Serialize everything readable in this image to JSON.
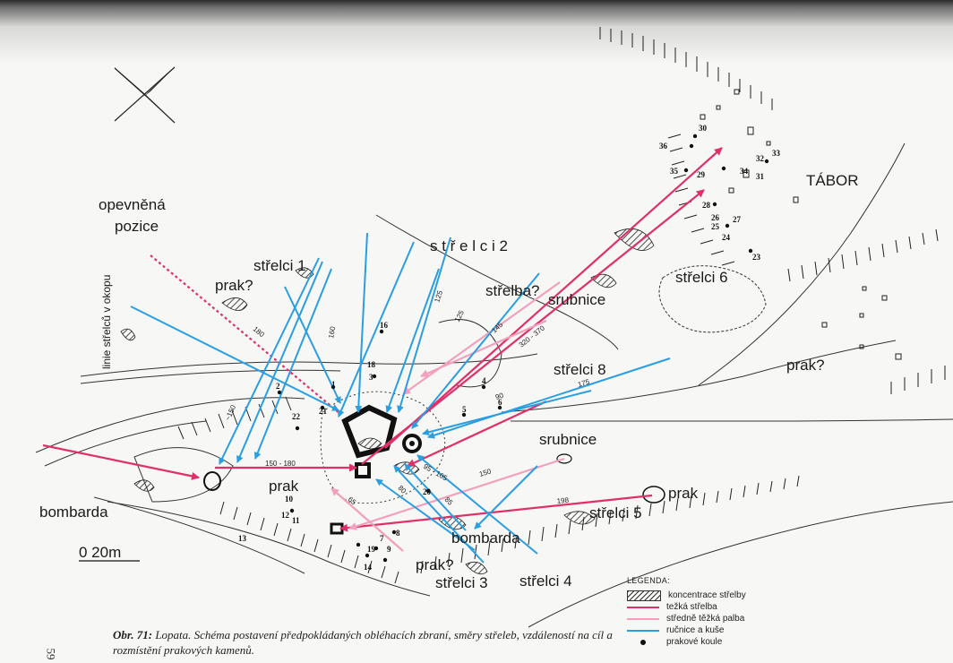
{
  "colors": {
    "heavy": "#e0306a",
    "medium": "#f2a0bd",
    "light": "#2a9ee0",
    "ink": "#1a1a1a"
  },
  "labels": {
    "opevnena": "opevněná",
    "pozice": "pozice",
    "strelci1": "střelci 1",
    "strelci2": "s t ř e l c i  2",
    "strelba": "střelba?",
    "srubnice1": "srubnice",
    "strelci6": "střelci 6",
    "tabor": "TÁBOR",
    "strelci8": "střelci 8",
    "prak_top": "prak?",
    "prak_right": "prak?",
    "linie": "linie střelců v okopu",
    "srubnice2": "srubnice",
    "prak_center": "prak",
    "prak_mid": "prak",
    "strelci5": "střelci 5",
    "bombarda_left": "bombarda",
    "bombarda_bottom": "bombarda",
    "prak_bottom": "prak?",
    "strelci3": "střelci 3",
    "strelci4": "střelci 4",
    "scale": "0   20m"
  },
  "distances": {
    "d180": "180",
    "d160": "160",
    "d125a": "125",
    "d125b": "125",
    "d145": "145",
    "d320": "320 - 370",
    "d150l": "~150",
    "d150_180": "150 - 180",
    "d175": "175",
    "d90": "90",
    "d95_105": "95 - 105",
    "d150r": "150",
    "d198": "198",
    "d65": "65",
    "d80": "80",
    "d85": "85"
  },
  "stones": [
    "1",
    "2",
    "3",
    "4",
    "5",
    "6",
    "7",
    "8",
    "9",
    "10",
    "11",
    "12",
    "13",
    "14",
    "16",
    "18",
    "19",
    "20",
    "21",
    "22",
    "23",
    "24",
    "25",
    "26",
    "27",
    "28",
    "29",
    "30",
    "31",
    "32",
    "33",
    "34",
    "35",
    "36"
  ],
  "legend": {
    "title": "LEGENDA:",
    "items": [
      {
        "label": "koncentrace střelby",
        "kind": "hatch"
      },
      {
        "label": "težká střelba",
        "kind": "heavy"
      },
      {
        "label": "středně těžká palba",
        "kind": "medium"
      },
      {
        "label": "ručnice a kuše",
        "kind": "light"
      },
      {
        "label": "prakové koule",
        "kind": "dot"
      }
    ]
  },
  "caption": {
    "fig": "Obr. 71:",
    "text": "Lopata. Schéma postavení předpokládaných obléhacích zbraní, směry střeleb, vzdáleností na cíl a rozmístění prakových kamenů."
  },
  "page_number": "59"
}
